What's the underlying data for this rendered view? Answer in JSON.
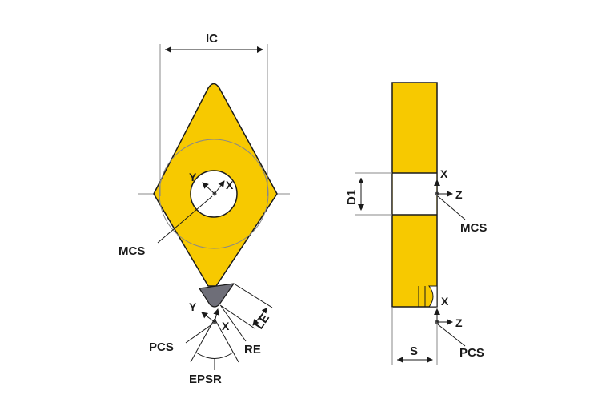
{
  "labels": {
    "ic": "IC",
    "d1": "D1",
    "s": "S",
    "le": "LE",
    "re": "RE",
    "epsr": "EPSR",
    "mcs_front": "MCS",
    "pcs_front": "PCS",
    "mcs_side": "MCS",
    "pcs_side": "PCS",
    "x_mcs_front": "X",
    "y_mcs_front": "Y",
    "x_pcs_front": "X",
    "y_pcs_front": "Y",
    "x_mcs_side": "X",
    "z_mcs_side": "Z",
    "x_pcs_side": "X",
    "z_pcs_side": "Z"
  },
  "colors": {
    "insert_fill": "#f7c900",
    "outline": "#1a1a1a",
    "cutting_edge": "#6e6e78",
    "hole": "#ffffff",
    "guide_lines": "#888888"
  }
}
